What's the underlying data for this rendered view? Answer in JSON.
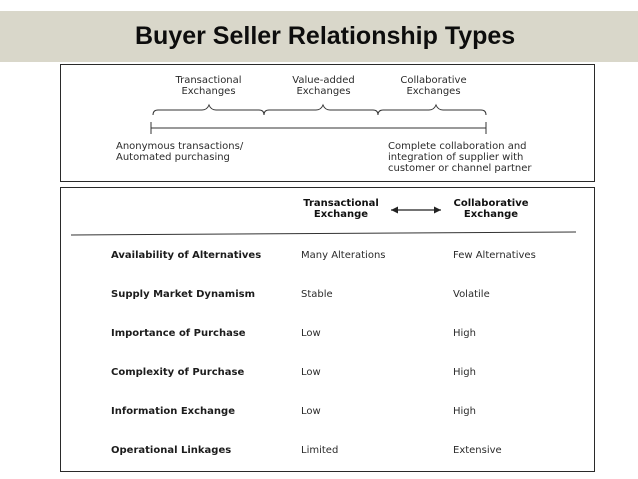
{
  "slide": {
    "title": "Buyer Seller Relationship Types"
  },
  "spectrum": {
    "categories": [
      {
        "line1": "Transactional",
        "line2": "Exchanges"
      },
      {
        "line1": "Value-added",
        "line2": "Exchanges"
      },
      {
        "line1": "Collaborative",
        "line2": "Exchanges"
      }
    ],
    "left_end": {
      "line1": "Anonymous transactions/",
      "line2": "Automated purchasing"
    },
    "right_end": {
      "line1": "Complete collaboration and",
      "line2": "integration of supplier with",
      "line3": "customer or channel partner"
    }
  },
  "comparison": {
    "col_a_header": {
      "line1": "Transactional",
      "line2": "Exchange"
    },
    "col_b_header": {
      "line1": "Collaborative",
      "line2": "Exchange"
    },
    "rows": [
      {
        "label": "Availability of Alternatives",
        "a": "Many Alterations",
        "b": "Few Alternatives"
      },
      {
        "label": "Supply Market Dynamism",
        "a": "Stable",
        "b": "Volatile"
      },
      {
        "label": "Importance of Purchase",
        "a": "Low",
        "b": "High"
      },
      {
        "label": "Complexity of Purchase",
        "a": "Low",
        "b": "High"
      },
      {
        "label": "Information Exchange",
        "a": "Low",
        "b": "High"
      },
      {
        "label": "Operational Linkages",
        "a": "Limited",
        "b": "Extensive"
      }
    ]
  }
}
